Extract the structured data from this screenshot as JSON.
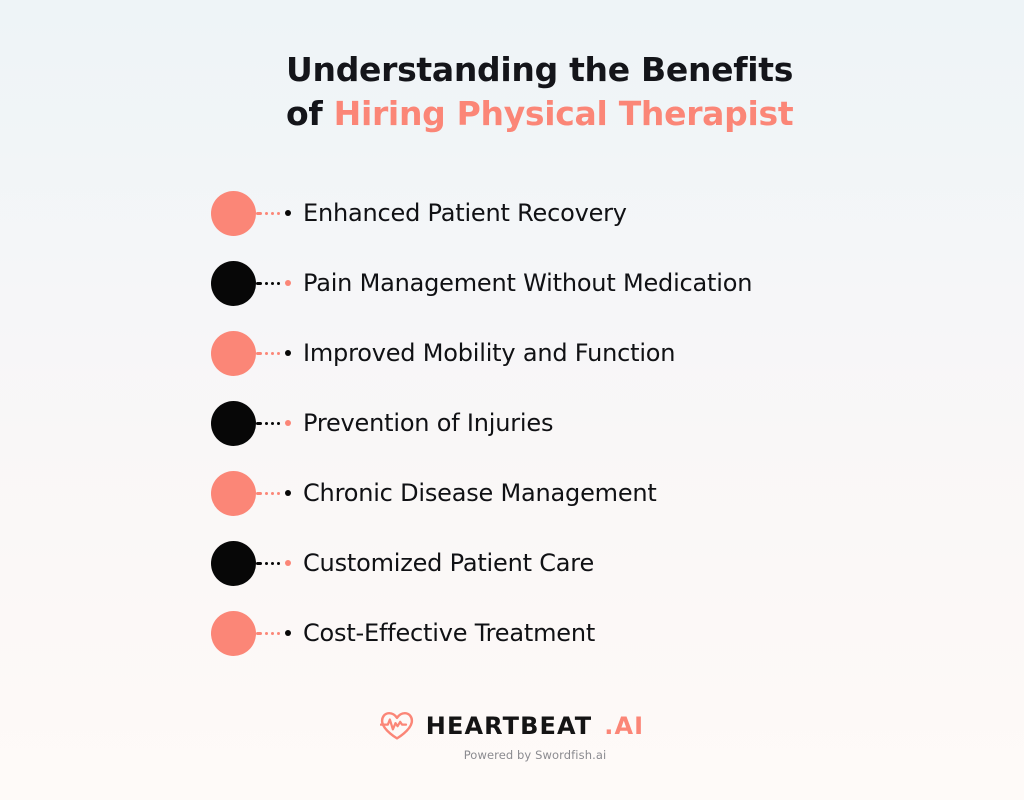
{
  "header": {
    "title_line1": "Understanding the Benefits",
    "title_line2_prefix": "of ",
    "title_line2_accent": "Hiring Physical Therapist"
  },
  "colors": {
    "accent": "#fb8677",
    "dark": "#070707",
    "text": "#101114",
    "muted": "#8b8b90",
    "bg_top": "#eef4f7",
    "bg_bottom": "#fefaf8"
  },
  "benefits": [
    {
      "label": "Enhanced Patient Recovery",
      "marker": "salmon"
    },
    {
      "label": "Pain Management Without Medication",
      "marker": "black"
    },
    {
      "label": "Improved Mobility and Function",
      "marker": "salmon"
    },
    {
      "label": "Prevention of Injuries",
      "marker": "black"
    },
    {
      "label": "Chronic Disease Management",
      "marker": "salmon"
    },
    {
      "label": "Customized Patient Care",
      "marker": "black"
    },
    {
      "label": "Cost-Effective Treatment",
      "marker": "salmon"
    }
  ],
  "footer": {
    "logo_icon": "heartbeat-heart-icon",
    "logo_word": "HEARTBEAT",
    "logo_suffix": ".AI",
    "powered_by": "Powered by Swordfish.ai"
  }
}
